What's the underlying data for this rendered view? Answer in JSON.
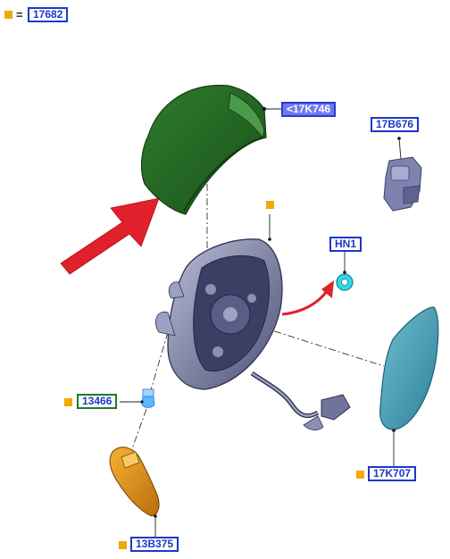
{
  "legend": {
    "equals": "=",
    "code": "17682"
  },
  "labels": {
    "mirror_cover": "<17K746",
    "mirror_motor": "17B676",
    "clip": "HN1",
    "bulb": "13466",
    "mirror_glass": "17K707",
    "side_repeater": "13B375"
  },
  "colors": {
    "marker": "#f2a900",
    "label_border": "#1c38c8",
    "highlight_fill": "#6f78f2",
    "cover_green": "#2a6e2a",
    "glass_blue": "#4fa0b8",
    "repeater_orange": "#e79a1a",
    "arrow_red": "#e0202a",
    "clip_cyan": "#35d6e6"
  }
}
